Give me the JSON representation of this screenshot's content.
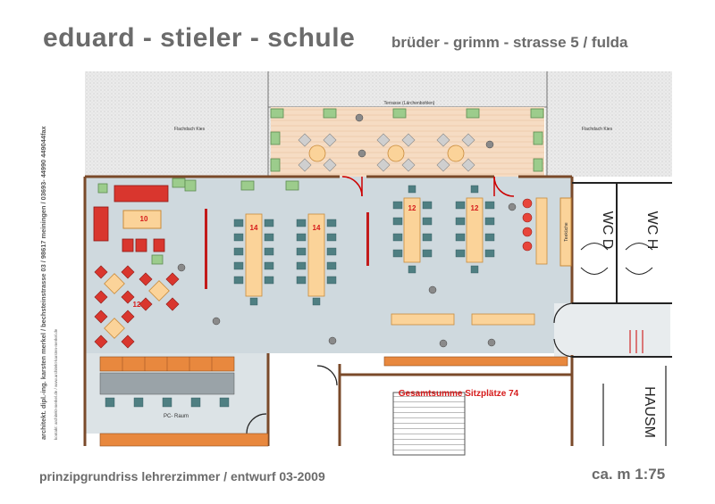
{
  "header": {
    "title": "eduard - stieler - schule",
    "address": "brüder - grimm - strasse  5   /    fulda"
  },
  "footer": {
    "caption": "prinzipgrundriss lehrerzimmer  /  entwurf 03-2009",
    "scale": "ca.  m  1:75"
  },
  "side": {
    "architect": "architekt. dipl.-ing. karsten merkel / bechsteinstrasse 03 / 98617 meiningen / 03693- 44990  449044fax",
    "contact": "kontakt: architekt-merkel.de / www.architekt-karsten-merkel.de"
  },
  "plan": {
    "terrace": "Terrasse (Lärchenbohlen)",
    "roof_left": "Flachdach Kies",
    "roof_right": "Flachdach Kies",
    "pc_room": "PC- Raum",
    "total_seats": "Gesamtsumme  Sitzplätze  74",
    "table_numbers": [
      "10",
      "14",
      "14",
      "12",
      "12",
      "12"
    ],
    "wc_d": "WC D",
    "wc_h": "WC H",
    "hausm": "HAUSM",
    "kitchen": "Teeküche"
  }
}
